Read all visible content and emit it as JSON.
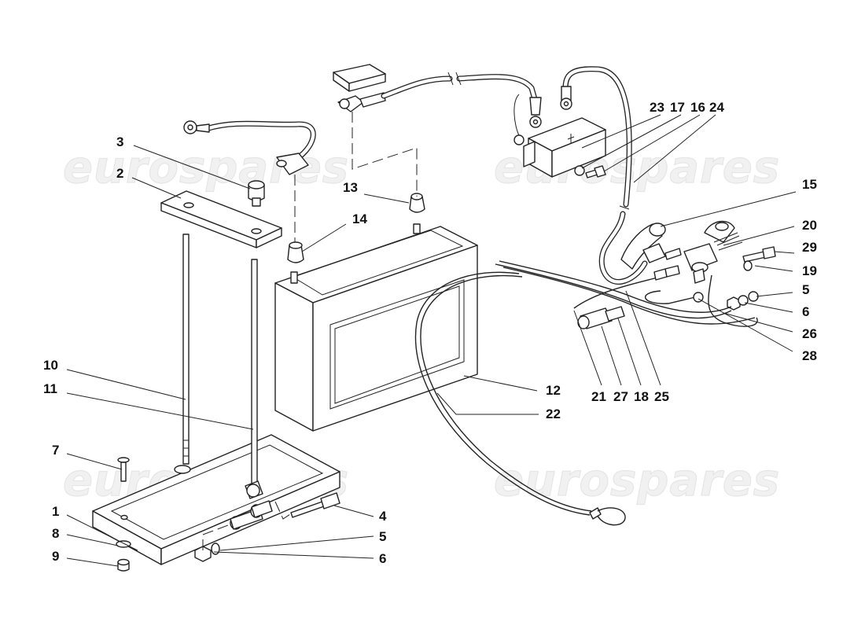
{
  "watermark": {
    "text_1": "eurospares",
    "text_2": "eurospares",
    "text_3": "eurospares",
    "text_4": "eurospares"
  },
  "callouts": {
    "c1": "1",
    "c2": "2",
    "c3": "3",
    "c4": "4",
    "c5a": "5",
    "c5b": "5",
    "c6a": "6",
    "c6b": "6",
    "c7": "7",
    "c8": "8",
    "c9": "9",
    "c10": "10",
    "c11": "11",
    "c12": "12",
    "c13": "13",
    "c14": "14",
    "c15": "15",
    "c16": "16",
    "c17": "17",
    "c18": "18",
    "c19": "19",
    "c20": "20",
    "c21": "21",
    "c22": "22",
    "c23": "23",
    "c24": "24",
    "c25": "25",
    "c26": "26",
    "c27": "27",
    "c28": "28",
    "c29": "29"
  }
}
